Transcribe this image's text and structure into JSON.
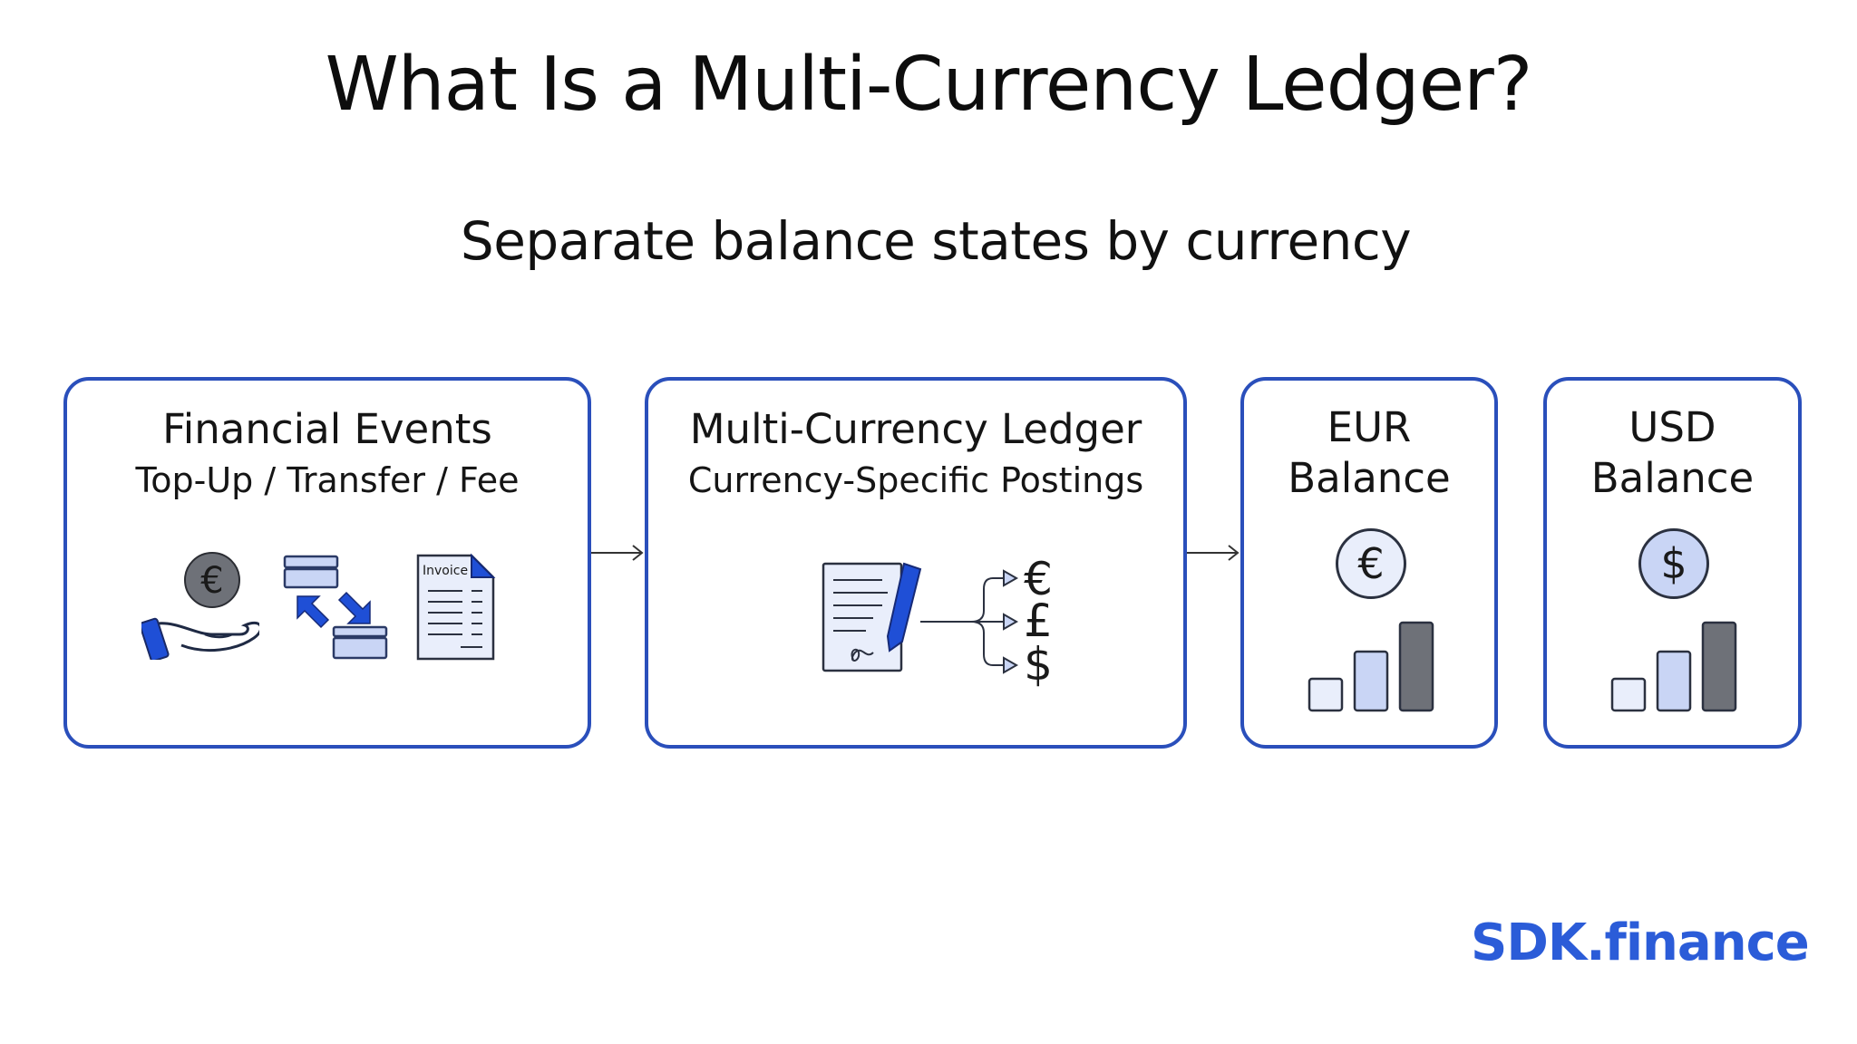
{
  "slide": {
    "title": "What Is a Multi-Currency Ledger?",
    "subtitle": "Separate balance states by currency"
  },
  "cards": {
    "events": {
      "title": "Financial Events",
      "subtitle": "Top-Up / Transfer / Fee",
      "invoice_label": "Invoice",
      "icons": [
        "euro-coin-hand-icon",
        "transfer-cards-icon",
        "invoice-document-icon"
      ]
    },
    "ledger": {
      "title": "Multi-Currency Ledger",
      "subtitle": "Currency-Specific Postings",
      "currency_symbols": [
        "€",
        "£",
        "$"
      ],
      "icons": [
        "signed-document-icon",
        "pen-icon",
        "branch-arrows-icon"
      ]
    },
    "eur": {
      "line1": "EUR",
      "line2": "Balance",
      "symbol": "€",
      "icons": [
        "euro-coin-icon",
        "bar-chart-icon"
      ]
    },
    "usd": {
      "line1": "USD",
      "line2": "Balance",
      "symbol": "$",
      "icons": [
        "dollar-coin-icon",
        "bar-chart-icon"
      ]
    }
  },
  "brand": {
    "name": "SDK.finance"
  },
  "colors": {
    "accent": "#2a4fbb",
    "brand": "#2b5cd8",
    "icon_blue": "#1f4fd6",
    "icon_light_blue": "#c9d5f5",
    "icon_pale": "#e9eefb",
    "icon_gray": "#6e7178",
    "text": "#111111"
  }
}
